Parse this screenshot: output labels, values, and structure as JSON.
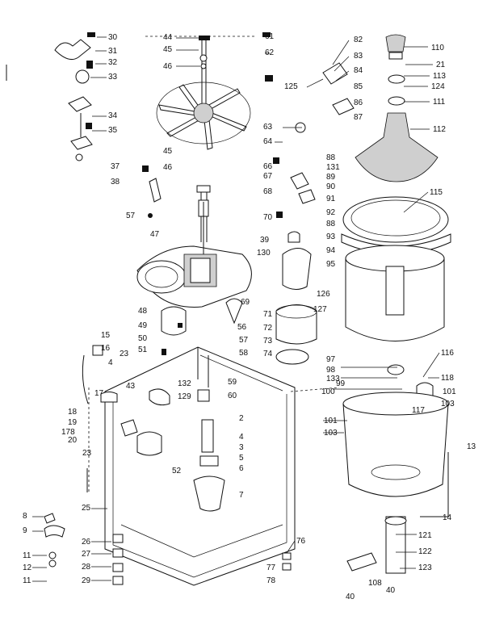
{
  "title": "",
  "labels": [
    "30",
    "31",
    "32",
    "33",
    "34",
    "35",
    "37",
    "38",
    "57",
    "44",
    "45",
    "46",
    "45",
    "46",
    "47",
    "61",
    "62",
    "63",
    "64",
    "66",
    "67",
    "68",
    "70",
    "39",
    "130",
    "125",
    "82",
    "83",
    "84",
    "85",
    "86",
    "87",
    "88",
    "131",
    "89",
    "90",
    "91",
    "92",
    "88",
    "93",
    "94",
    "95",
    "126",
    "127",
    "110",
    "21",
    "113",
    "124",
    "111",
    "112",
    "115",
    "48",
    "49",
    "50",
    "51",
    "69",
    "71",
    "56",
    "72",
    "57",
    "73",
    "58",
    "74",
    "97",
    "98",
    "133",
    "100",
    "99",
    "116",
    "118",
    "117",
    "101",
    "103",
    "101",
    "103",
    "13",
    "14",
    "15",
    "16",
    "4",
    "23",
    "43",
    "17",
    "18",
    "19",
    "178",
    "20",
    "132",
    "129",
    "59",
    "60",
    "2",
    "4",
    "3",
    "5",
    "6",
    "7",
    "23",
    "52",
    "8",
    "9",
    "25",
    "26",
    "27",
    "28",
    "29",
    "11",
    "12",
    "11",
    "76",
    "77",
    "78",
    "121",
    "122",
    "123",
    "108",
    "40",
    "40"
  ]
}
